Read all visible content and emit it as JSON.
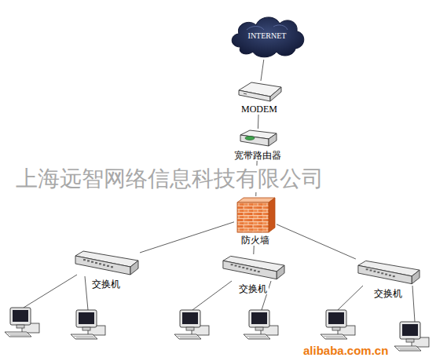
{
  "diagram": {
    "nodes": [
      {
        "text": [
          "INTERNET"
        ]
      },
      {
        "text": [
          "MODEM"
        ]
      },
      {
        "text": [
          "宽带路由器"
        ]
      },
      {
        "text": [
          "防火墙"
        ]
      },
      {
        "text": [
          "交换机"
        ]
      },
      {
        "text": [
          "交换机"
        ]
      },
      {
        "text": [
          "交换机"
        ]
      }
    ],
    "edges": [
      {
        "from": 0,
        "to": 1,
        "arrow": "none"
      },
      {
        "from": 1,
        "to": 2,
        "arrow": "none"
      },
      {
        "from": 2,
        "to": 3,
        "arrow": "none"
      },
      {
        "from": 3,
        "to": 4,
        "arrow": "none"
      },
      {
        "from": 3,
        "to": 5,
        "arrow": "none"
      },
      {
        "from": 3,
        "to": 6,
        "arrow": "none"
      }
    ],
    "labels": [
      "上海远智网络信息科技有限公司",
      "alibaba.com.cn"
    ]
  }
}
